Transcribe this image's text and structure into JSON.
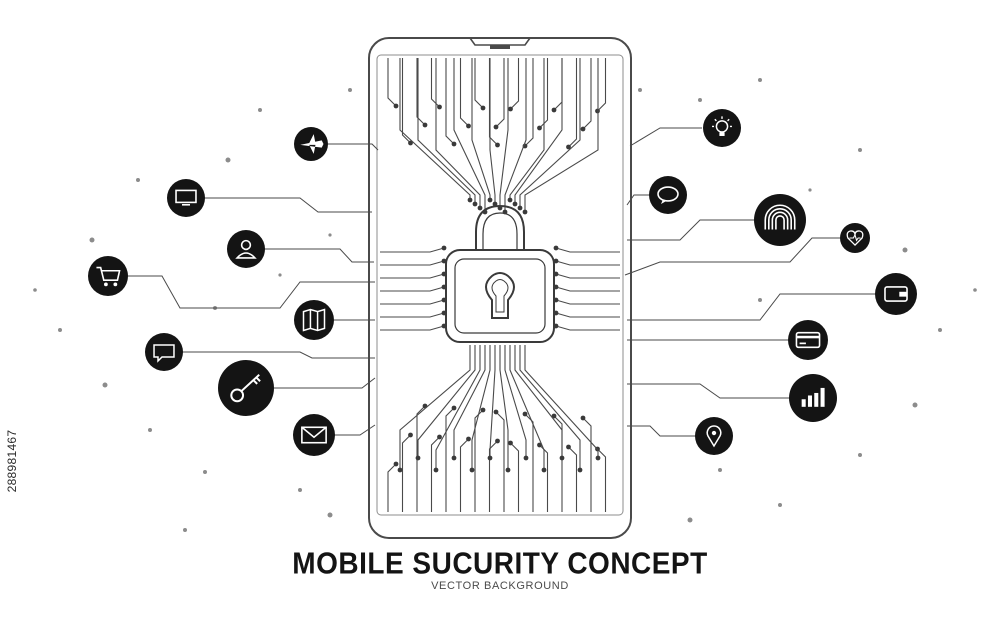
{
  "heading": {
    "title": "MOBILE SUCURITY CONCEPT",
    "subtitle": "VECTOR BACKGROUND"
  },
  "stock_id": "288981467",
  "colors": {
    "background": "#ffffff",
    "icon_fill": "#141414",
    "line": "#4a4a4a",
    "dot": "#8c8c8c",
    "glyph": "#ffffff"
  },
  "center_icon": "padlock-icon",
  "icons_left": [
    "airplane-icon",
    "monitor-icon",
    "user-icon",
    "shopping-cart-icon",
    "map-icon",
    "chat-bubble-icon",
    "key-icon",
    "mail-icon"
  ],
  "icons_right": [
    "lightbulb-icon",
    "speech-bubble-icon",
    "fingerprint-icon",
    "heartbeat-icon",
    "wallet-icon",
    "credit-card-icon",
    "bar-chart-icon",
    "location-pin-icon"
  ]
}
